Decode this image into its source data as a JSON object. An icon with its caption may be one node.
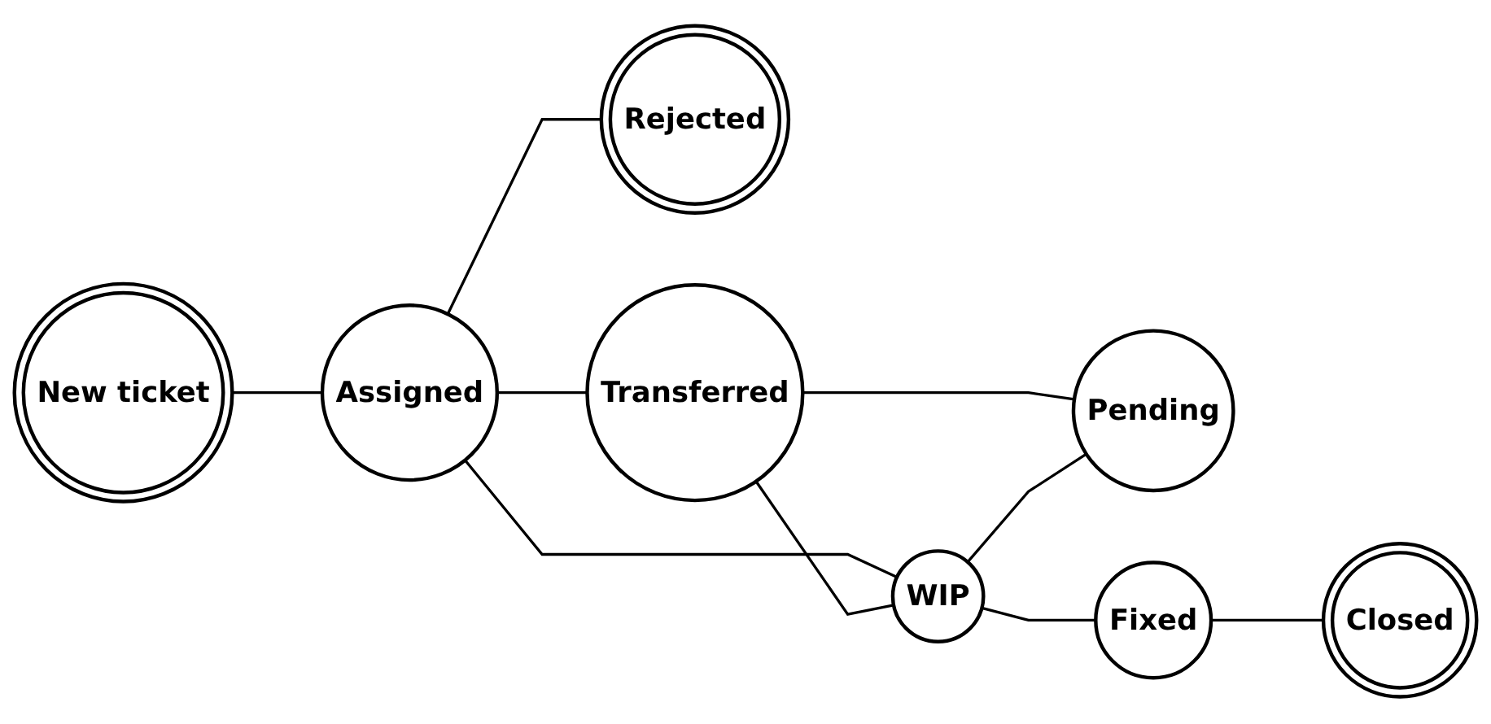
{
  "diagram": {
    "nodes": [
      {
        "text": [
          "New ticket"
        ]
      },
      {
        "text": [
          "Assigned"
        ]
      },
      {
        "text": [
          "Rejected"
        ]
      },
      {
        "text": [
          "Transferred"
        ]
      },
      {
        "text": [
          "WIP"
        ]
      },
      {
        "text": [
          "Pending"
        ]
      },
      {
        "text": [
          "Fixed"
        ]
      },
      {
        "text": [
          "Closed"
        ]
      }
    ],
    "edges": [
      {
        "from": 0,
        "to": 1,
        "arrow": "none"
      },
      {
        "from": 1,
        "to": 2,
        "arrow": "none"
      },
      {
        "from": 1,
        "to": 3,
        "arrow": "none"
      },
      {
        "from": 1,
        "to": 4,
        "arrow": "none"
      },
      {
        "from": 3,
        "to": 4,
        "arrow": "none"
      },
      {
        "from": 3,
        "to": 5,
        "arrow": "none"
      },
      {
        "from": 4,
        "to": 5,
        "arrow": "none"
      },
      {
        "from": 4,
        "to": 6,
        "arrow": "none"
      },
      {
        "from": 6,
        "to": 7,
        "arrow": "none"
      }
    ]
  }
}
